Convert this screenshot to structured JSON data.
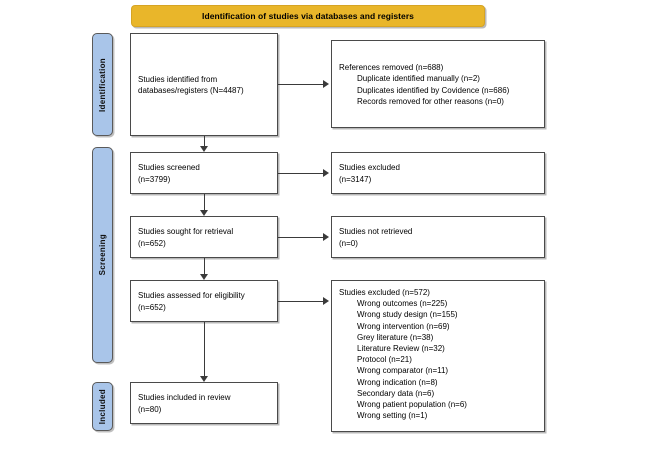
{
  "header": {
    "title": "Identification of studies via databases and registers",
    "bg_color": "#E9B62A"
  },
  "stages": {
    "identification": "Identification",
    "screening": "Screening",
    "included": "Included",
    "bg_color": "#A9C5E9"
  },
  "boxes": {
    "identified": {
      "line1": "Studies identified from",
      "line2": "databases/registers (N=4487)"
    },
    "removed": {
      "title": "References removed (n=688)",
      "items": [
        "Duplicate identified manually (n=2)",
        "Duplicates identified by Covidence (n=686)",
        "Records removed for other reasons (n=0)"
      ]
    },
    "screened": {
      "line1": "Studies screened",
      "line2": "(n=3799)"
    },
    "excluded_screen": {
      "line1": "Studies excluded",
      "line2": "(n=3147)"
    },
    "sought": {
      "line1": "Studies sought for retrieval",
      "line2": "(n=652)"
    },
    "not_retrieved": {
      "line1": "Studies not retrieved",
      "line2": "(n=0)"
    },
    "assessed": {
      "line1": "Studies assessed for eligibility",
      "line2": "(n=652)"
    },
    "excluded_eligibility": {
      "title": "Studies excluded (n=572)",
      "items": [
        "Wrong outcomes (n=225)",
        "Wrong study design (n=155)",
        "Wrong intervention (n=69)",
        "Grey literature (n=38)",
        "Literature Review (n=32)",
        "Protocol (n=21)",
        "Wrong comparator (n=11)",
        "Wrong indication (n=8)",
        "Secondary data (n=6)",
        "Wrong patient population (n=6)",
        "Wrong setting (n=1)"
      ]
    },
    "included": {
      "line1": "Studies included in review",
      "line2": "(n=80)"
    }
  }
}
